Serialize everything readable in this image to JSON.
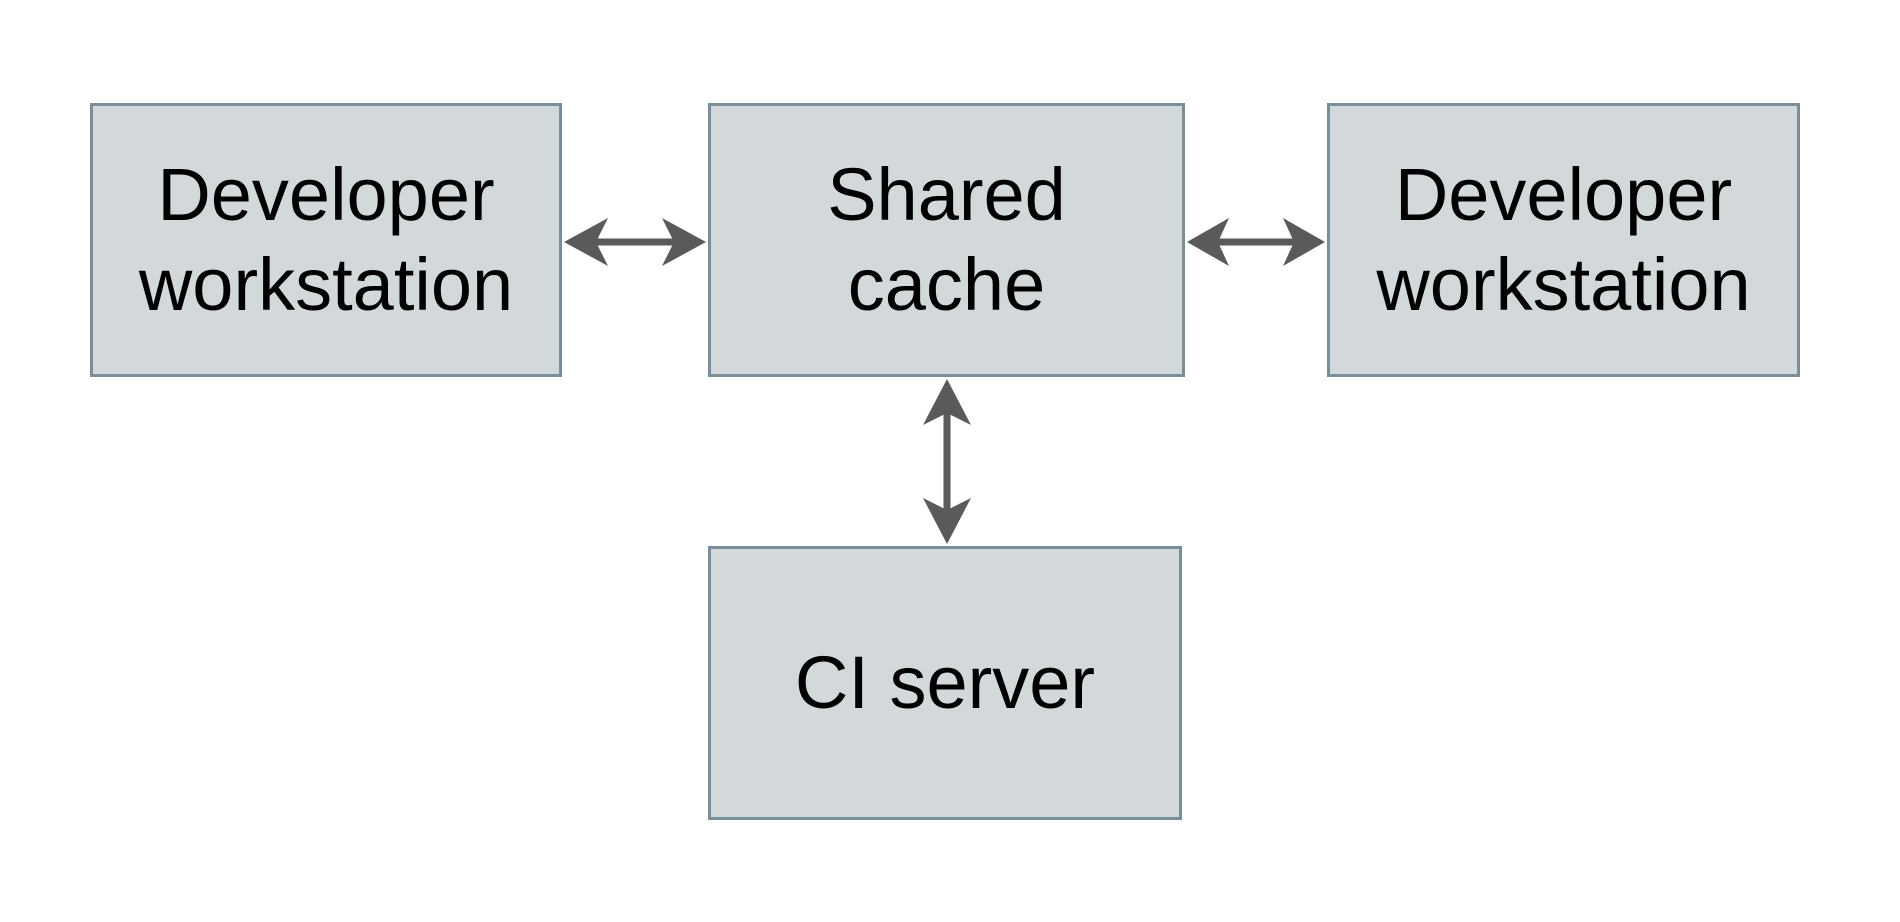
{
  "diagram": {
    "type": "architecture-diagram",
    "nodes": {
      "developer_workstation_left": {
        "label": "Developer\nworkstation"
      },
      "shared_cache": {
        "label": "Shared\ncache"
      },
      "developer_workstation_right": {
        "label": "Developer\nworkstation"
      },
      "ci_server": {
        "label": "CI server"
      }
    },
    "edges": [
      {
        "from": "developer_workstation_left",
        "to": "shared_cache",
        "direction": "bidirectional",
        "orientation": "horizontal"
      },
      {
        "from": "developer_workstation_right",
        "to": "shared_cache",
        "direction": "bidirectional",
        "orientation": "horizontal"
      },
      {
        "from": "ci_server",
        "to": "shared_cache",
        "direction": "bidirectional",
        "orientation": "vertical"
      }
    ]
  },
  "colors": {
    "background": "#ffffff",
    "node_fill": "#d3d9db",
    "node_border": "#7a8e99",
    "arrow": "#595a5c",
    "text": "#000000"
  }
}
